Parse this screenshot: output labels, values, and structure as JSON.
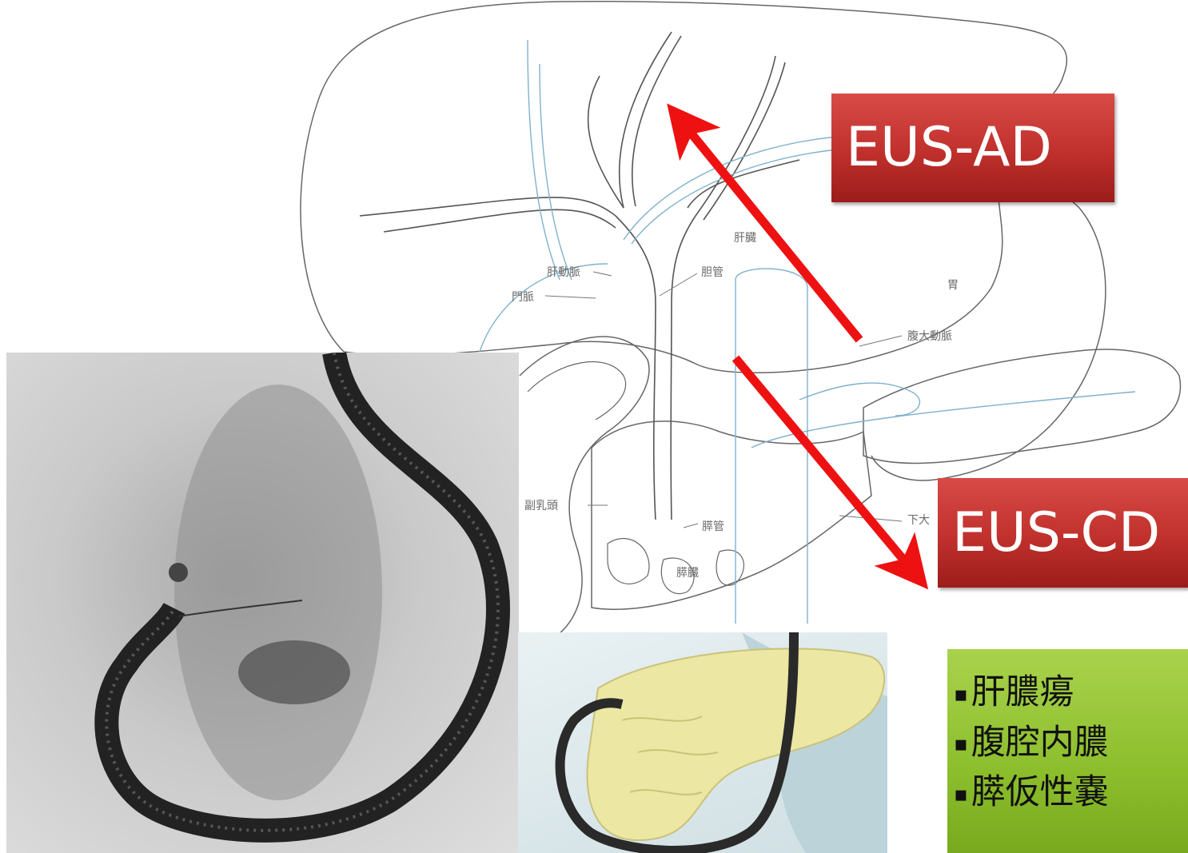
{
  "labels": {
    "ad_box": "EUS-AD",
    "cd_box": "EUS-CD",
    "liver": "肝臓",
    "hepatic_artery": "肝動脈",
    "portal_vein": "門脈",
    "bile_duct": "胆管",
    "stomach": "胃",
    "celiac_artery": "腹大動脈",
    "minor_papilla": "副乳頭",
    "pancreatic_duct": "膵管",
    "pancreas": "膵臓",
    "ivc": "下大"
  },
  "indications": [
    "肝膿瘍",
    "腹腔内膿",
    "膵仮性嚢"
  ],
  "colors": {
    "arrow": "#ee1111",
    "red_box": "#c0302c",
    "green_box": "#8cbe2c",
    "outline": "#555555",
    "vessel": "#7fb1cc",
    "pancreas_yellow": "#ece7a2"
  },
  "icons": [
    "fluoroscopy-image",
    "pancreas-endoscope-illustration"
  ]
}
